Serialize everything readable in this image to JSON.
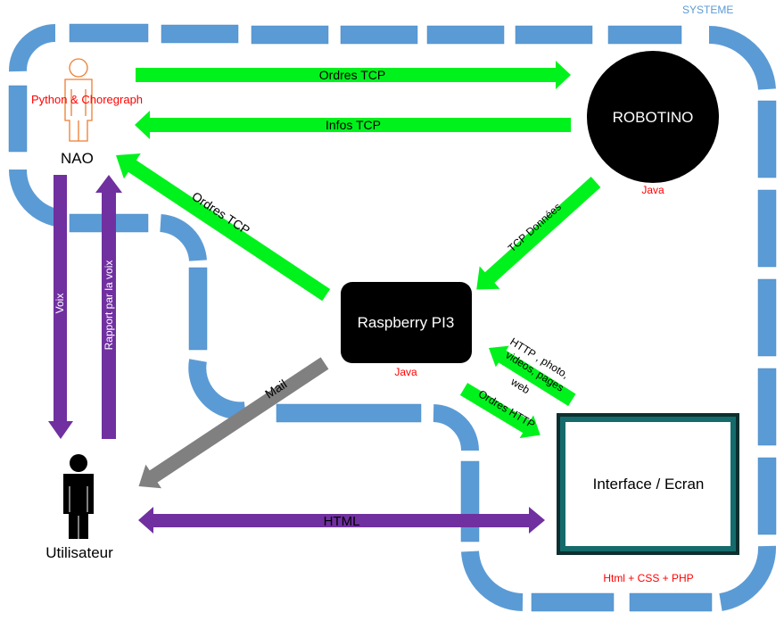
{
  "system_label": "SYSTEME",
  "nodes": {
    "nao": {
      "name": "NAO",
      "tech": "Python & Choregraph"
    },
    "robotino": {
      "name": "ROBOTINO",
      "tech": "Java"
    },
    "raspberry": {
      "name": "Raspberry PI3",
      "tech": "Java"
    },
    "interface": {
      "name": "Interface / Ecran",
      "tech": "Html + CSS + PHP"
    },
    "user": {
      "name": "Utilisateur"
    }
  },
  "links": {
    "ordres_tcp_top": "Ordres TCP",
    "infos_tcp": "Infos TCP",
    "ordres_tcp_diag": "Ordres TCP",
    "tcp_donnees": "TCP Données",
    "http_line1": "HTTP , photo,",
    "http_line2": "videos, pages",
    "http_line3": "web",
    "ordres_http": "Ordres HTTP",
    "mail": "Mail",
    "voix": "Voix",
    "rapport_voix": "Rapport par la voix",
    "html": "HTML"
  },
  "colors": {
    "dash_blue": "#5b9bd5",
    "green": "#00f21c",
    "purple": "#7030a0",
    "gray": "#808080",
    "red": "#ff0000",
    "nao_orange": "#ed7d31",
    "screen_border": "#0d2f2f"
  }
}
